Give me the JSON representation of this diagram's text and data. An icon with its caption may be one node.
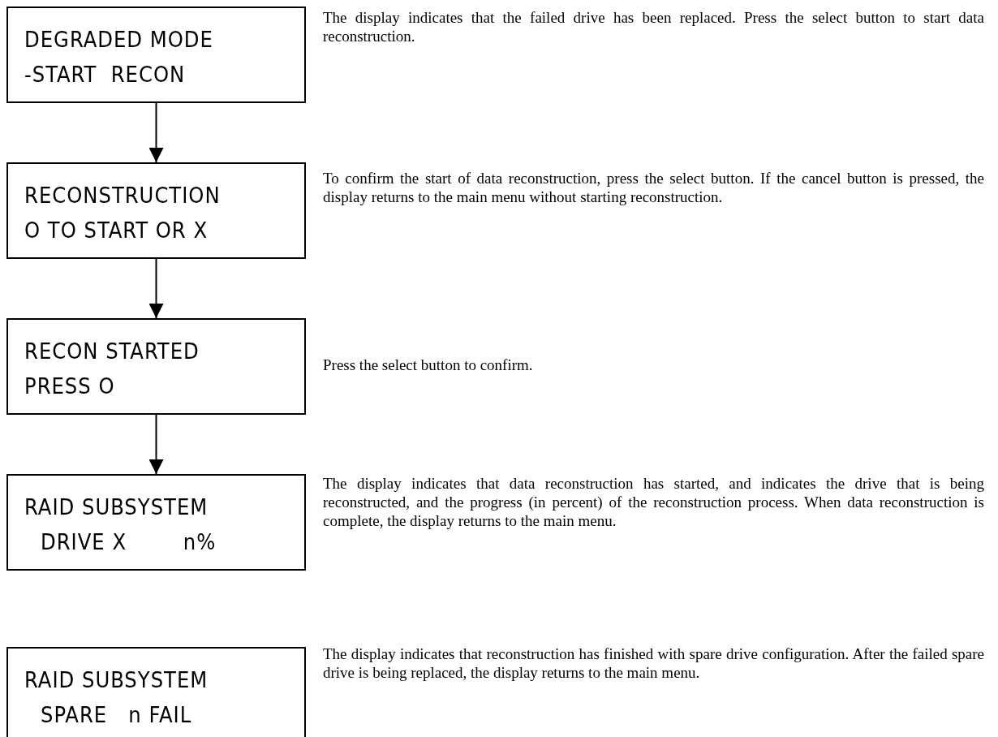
{
  "diagram": {
    "nodes": [
      {
        "text": [
          "DEGRADED MODE",
          "-START  RECON"
        ],
        "beside": [
          "The display indicates that the failed drive has been replaced.  Press the select button to start data reconstruction."
        ]
      },
      {
        "text": [
          "RECONSTRUCTION",
          "O TO START OR X"
        ],
        "beside": [
          "To confirm the start of data reconstruction, press the select button. If the cancel button is pressed, the display returns to the main menu without starting reconstruction."
        ]
      },
      {
        "text": [
          "RECON STARTED",
          "PRESS O"
        ],
        "beside": [
          "Press the select button to confirm."
        ]
      },
      {
        "text": [
          "RAID SUBSYSTEM",
          "DRIVE X        n%"
        ],
        "beside": [
          "The display indicates that data reconstruction has started, and indicates the drive that is being reconstructed, and the progress (in percent) of the reconstruction process.  When data reconstruction is complete, the display returns to the main menu."
        ]
      },
      {
        "text": [
          "RAID SUBSYSTEM",
          "SPARE   n FAIL"
        ],
        "beside": [
          "The display indicates that reconstruction has finished with spare drive configuration. After the failed spare drive is being replaced, the display returns to the main menu."
        ]
      }
    ],
    "edges": [
      {
        "from": 0,
        "to": 1,
        "arrow": "to"
      },
      {
        "from": 1,
        "to": 2,
        "arrow": "to"
      },
      {
        "from": 2,
        "to": 3,
        "arrow": "to"
      }
    ]
  }
}
